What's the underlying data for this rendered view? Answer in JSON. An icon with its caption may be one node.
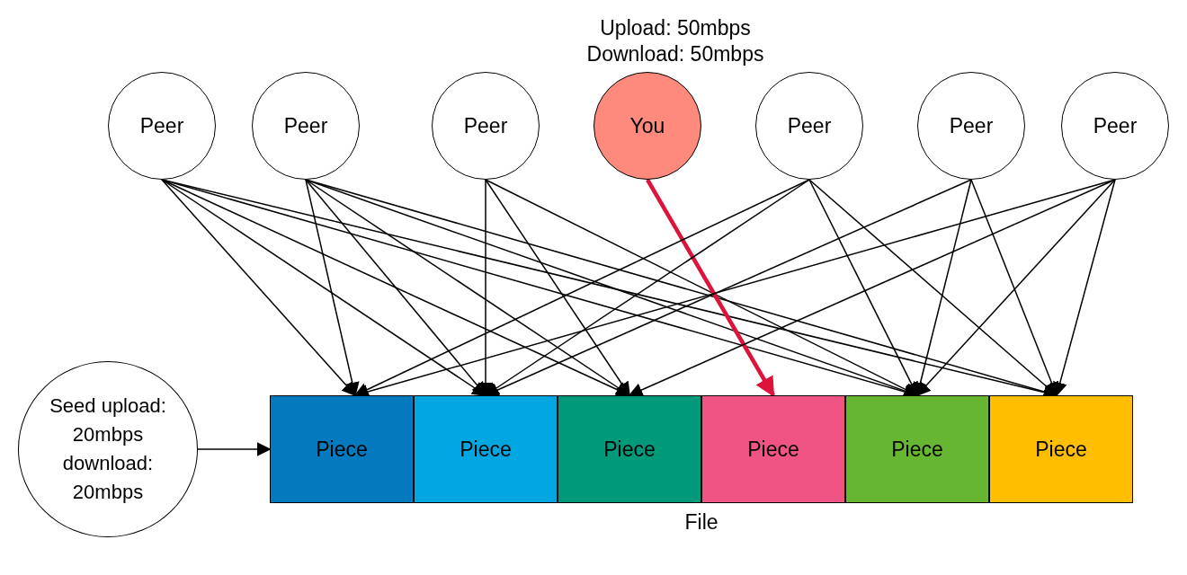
{
  "diagram": {
    "nodes": [
      {
        "text": [
          "Peer"
        ]
      },
      {
        "text": [
          "Peer"
        ]
      },
      {
        "text": [
          "Peer"
        ]
      },
      {
        "text": [
          "You"
        ],
        "beside": [
          "Upload: 50mbps",
          "Download: 50mbps"
        ]
      },
      {
        "text": [
          "Peer"
        ]
      },
      {
        "text": [
          "Peer"
        ]
      },
      {
        "text": [
          "Peer"
        ]
      },
      {
        "text": [
          "Seed upload: 20mbps download: 20mbps"
        ]
      },
      {
        "text": [
          "File"
        ]
      },
      {
        "text": [
          "Piece"
        ],
        "in": 8
      },
      {
        "text": [
          "Piece"
        ],
        "in": 8
      },
      {
        "text": [
          "Piece"
        ],
        "in": 8
      },
      {
        "text": [
          "Piece"
        ],
        "in": 8
      },
      {
        "text": [
          "Piece"
        ],
        "in": 8
      },
      {
        "text": [
          "Piece"
        ],
        "in": 8
      }
    ],
    "edges": [
      {
        "from": 0,
        "to": 9,
        "arrow": "to"
      },
      {
        "from": 0,
        "to": 10,
        "arrow": "to"
      },
      {
        "from": 0,
        "to": 11,
        "arrow": "to"
      },
      {
        "from": 0,
        "to": 13,
        "arrow": "to"
      },
      {
        "from": 0,
        "to": 14,
        "arrow": "to"
      },
      {
        "from": 1,
        "to": 9,
        "arrow": "to"
      },
      {
        "from": 1,
        "to": 10,
        "arrow": "to"
      },
      {
        "from": 1,
        "to": 11,
        "arrow": "to"
      },
      {
        "from": 1,
        "to": 13,
        "arrow": "to"
      },
      {
        "from": 1,
        "to": 14,
        "arrow": "to"
      },
      {
        "from": 2,
        "to": 10,
        "arrow": "to"
      },
      {
        "from": 2,
        "to": 11,
        "arrow": "to"
      },
      {
        "from": 2,
        "to": 13,
        "arrow": "to"
      },
      {
        "from": 3,
        "to": 12,
        "arrow": "to",
        "style": "thick",
        "color": "#dc143c"
      },
      {
        "from": 4,
        "to": 9,
        "arrow": "to"
      },
      {
        "from": 4,
        "to": 10,
        "arrow": "to"
      },
      {
        "from": 4,
        "to": 13,
        "arrow": "to"
      },
      {
        "from": 4,
        "to": 14,
        "arrow": "to"
      },
      {
        "from": 5,
        "to": 10,
        "arrow": "to"
      },
      {
        "from": 5,
        "to": 13,
        "arrow": "to"
      },
      {
        "from": 5,
        "to": 14,
        "arrow": "to"
      },
      {
        "from": 6,
        "to": 9,
        "arrow": "to"
      },
      {
        "from": 6,
        "to": 11,
        "arrow": "to"
      },
      {
        "from": 6,
        "to": 13,
        "arrow": "to"
      },
      {
        "from": 6,
        "to": 14,
        "arrow": "to"
      },
      {
        "from": 7,
        "to": 8,
        "arrow": "to"
      }
    ]
  }
}
